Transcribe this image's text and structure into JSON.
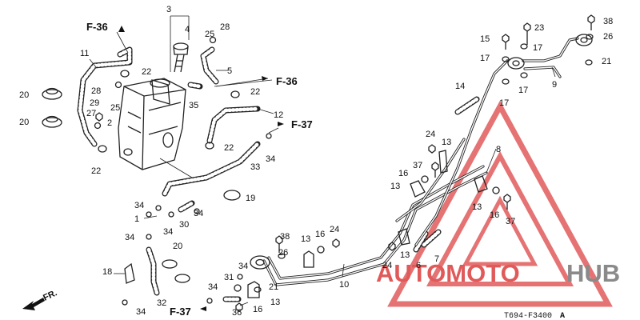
{
  "diagram_code": "T694-F3400",
  "diagram_code_suffix": "A",
  "direction_label": "FR.",
  "watermark": {
    "text_red": "AUTOMOTO",
    "text_gray": "HUB",
    "red": "#e05a5a",
    "gray": "#8a8a8a"
  },
  "section_refs": [
    {
      "id": "ref-f36-top",
      "label": "F-36"
    },
    {
      "id": "ref-f36-mid",
      "label": "F-36"
    },
    {
      "id": "ref-f37-mid",
      "label": "F-37"
    },
    {
      "id": "ref-f37-bottom",
      "label": "F-37"
    }
  ],
  "callouts": [
    {
      "id": "c3",
      "label": "3"
    },
    {
      "id": "c4",
      "label": "4"
    },
    {
      "id": "c25a",
      "label": "25"
    },
    {
      "id": "c28a",
      "label": "28"
    },
    {
      "id": "c11",
      "label": "11"
    },
    {
      "id": "c22a",
      "label": "22"
    },
    {
      "id": "c5",
      "label": "5"
    },
    {
      "id": "c20a",
      "label": "20"
    },
    {
      "id": "c28b",
      "label": "28"
    },
    {
      "id": "c25b",
      "label": "25"
    },
    {
      "id": "c27",
      "label": "27"
    },
    {
      "id": "c29",
      "label": "29"
    },
    {
      "id": "c20b",
      "label": "20"
    },
    {
      "id": "c2",
      "label": "2"
    },
    {
      "id": "c35",
      "label": "35"
    },
    {
      "id": "c22b",
      "label": "22"
    },
    {
      "id": "c12",
      "label": "12"
    },
    {
      "id": "c22c",
      "label": "22"
    },
    {
      "id": "c22d",
      "label": "22"
    },
    {
      "id": "c34a",
      "label": "34"
    },
    {
      "id": "c33",
      "label": "33"
    },
    {
      "id": "c19",
      "label": "19"
    },
    {
      "id": "c34b",
      "label": "34"
    },
    {
      "id": "c1",
      "label": "1"
    },
    {
      "id": "c30",
      "label": "30"
    },
    {
      "id": "c34c",
      "label": "34"
    },
    {
      "id": "c34d",
      "label": "34"
    },
    {
      "id": "c34e",
      "label": "34"
    },
    {
      "id": "c20c",
      "label": "20"
    },
    {
      "id": "c18",
      "label": "18"
    },
    {
      "id": "c32",
      "label": "32"
    },
    {
      "id": "c34f",
      "label": "34"
    },
    {
      "id": "c34g",
      "label": "34"
    },
    {
      "id": "c31",
      "label": "31"
    },
    {
      "id": "c34h",
      "label": "34"
    },
    {
      "id": "c36",
      "label": "36"
    },
    {
      "id": "c16a",
      "label": "16"
    },
    {
      "id": "c13a",
      "label": "13"
    },
    {
      "id": "c21a",
      "label": "21"
    },
    {
      "id": "c26a",
      "label": "26"
    },
    {
      "id": "c38a",
      "label": "38"
    },
    {
      "id": "c13b",
      "label": "13"
    },
    {
      "id": "c16b",
      "label": "16"
    },
    {
      "id": "c24a",
      "label": "24"
    },
    {
      "id": "c10",
      "label": "10"
    },
    {
      "id": "c24b",
      "label": "24"
    },
    {
      "id": "c13c",
      "label": "13"
    },
    {
      "id": "c6",
      "label": "6"
    },
    {
      "id": "c7",
      "label": "7"
    },
    {
      "id": "c13d",
      "label": "13"
    },
    {
      "id": "c16c",
      "label": "16"
    },
    {
      "id": "c37a",
      "label": "37"
    },
    {
      "id": "c13e",
      "label": "13"
    },
    {
      "id": "c16d",
      "label": "16"
    },
    {
      "id": "c37b",
      "label": "37"
    },
    {
      "id": "c24c",
      "label": "24"
    },
    {
      "id": "c13f",
      "label": "13"
    },
    {
      "id": "c8",
      "label": "8"
    },
    {
      "id": "c14",
      "label": "14"
    },
    {
      "id": "c15",
      "label": "15"
    },
    {
      "id": "c23",
      "label": "23"
    },
    {
      "id": "c17a",
      "label": "17"
    },
    {
      "id": "c17b",
      "label": "17"
    },
    {
      "id": "c17c",
      "label": "17"
    },
    {
      "id": "c17d",
      "label": "17"
    },
    {
      "id": "c38b",
      "label": "38"
    },
    {
      "id": "c26b",
      "label": "26"
    },
    {
      "id": "c21b",
      "label": "21"
    },
    {
      "id": "c9",
      "label": "9"
    }
  ]
}
